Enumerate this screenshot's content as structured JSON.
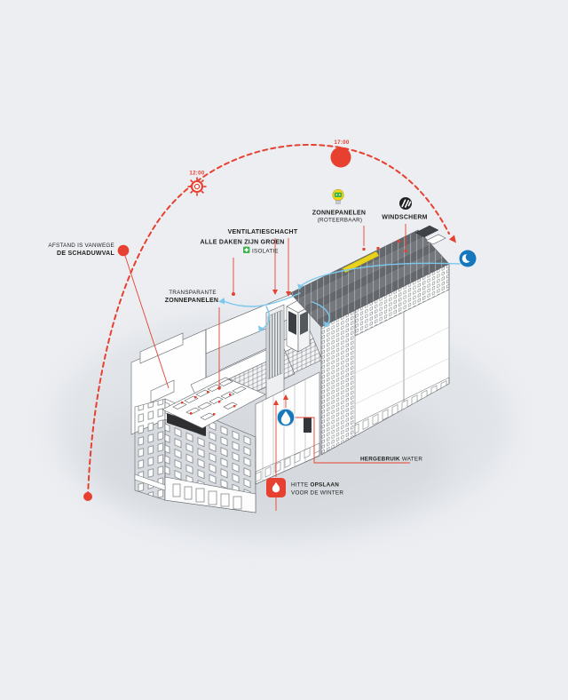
{
  "scene": {
    "type": "isometric-sustainability-diagram",
    "background_color": "#edeff3"
  },
  "sun_path": {
    "time_noon": "12:00",
    "time_evening": "17:00"
  },
  "annotations": {
    "afstand1": "AFSTAND IS VANWEGE",
    "afstand2": "DE SCHADUWVAL",
    "transp1": "TRANSPARANTE",
    "transp2": "ZONNEPANELEN",
    "vent": "VENTILATIESCHACHT",
    "daken1": "ALLE DAKEN ZIJN GROEN",
    "daken2": "ISOLATIE",
    "zonp1": "ZONNEPANELEN",
    "zonp2": "(ROTEERBAAR)",
    "wind": "WINDSCHERM",
    "herg1": "HERGEBRUIK",
    "herg2": " WATER",
    "hitte1": "HITTE ",
    "hitte2": "OPSLAAN",
    "hitte3": "VOOR DE WINTER"
  },
  "icons": [
    "sun-outline-icon",
    "sun-filled-icon",
    "moon-icon",
    "lightbulb-icon",
    "windscreen-icon",
    "insulation-plus-icon",
    "waterdrop-icon",
    "flame-icon"
  ],
  "colors": {
    "accent_red": "#e8402f",
    "icon_blue": "#1577bd",
    "flow_blue": "#7cc9ee",
    "bulb_yellow": "#f6d90f",
    "roof_strip_yellow": "#ead31c",
    "green": "#3bb24a",
    "ink": "#1d1d1b",
    "background": "#edeff3"
  }
}
